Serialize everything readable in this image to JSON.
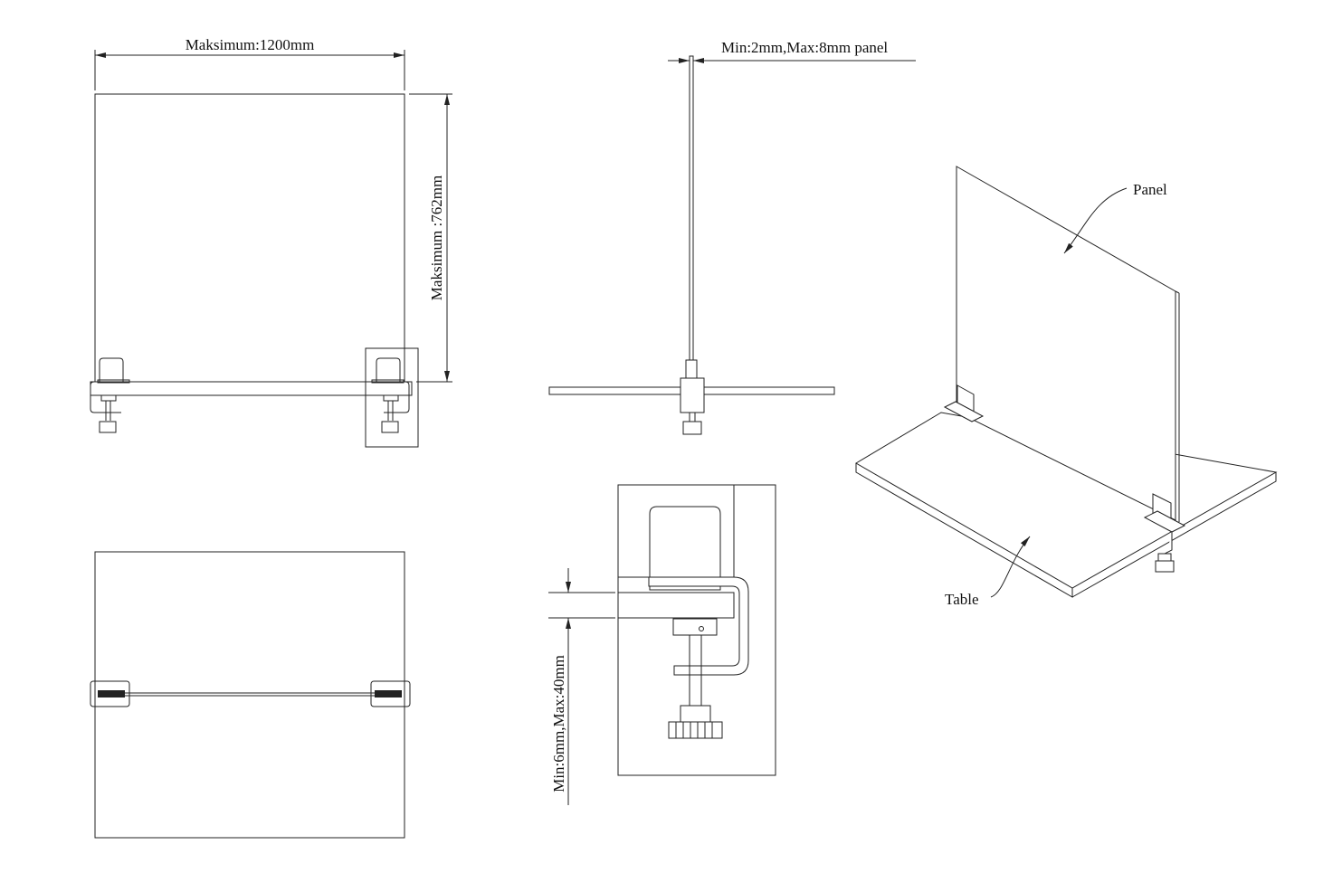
{
  "labels": {
    "width_dim": "Maksimum:1200mm",
    "height_dim": "Maksimum :762mm",
    "panel_thickness_dim": "Min:2mm,Max:8mm panel",
    "table_thickness_dim": "Min:6mm,Max:40mm",
    "panel": "Panel",
    "table": "Table"
  }
}
